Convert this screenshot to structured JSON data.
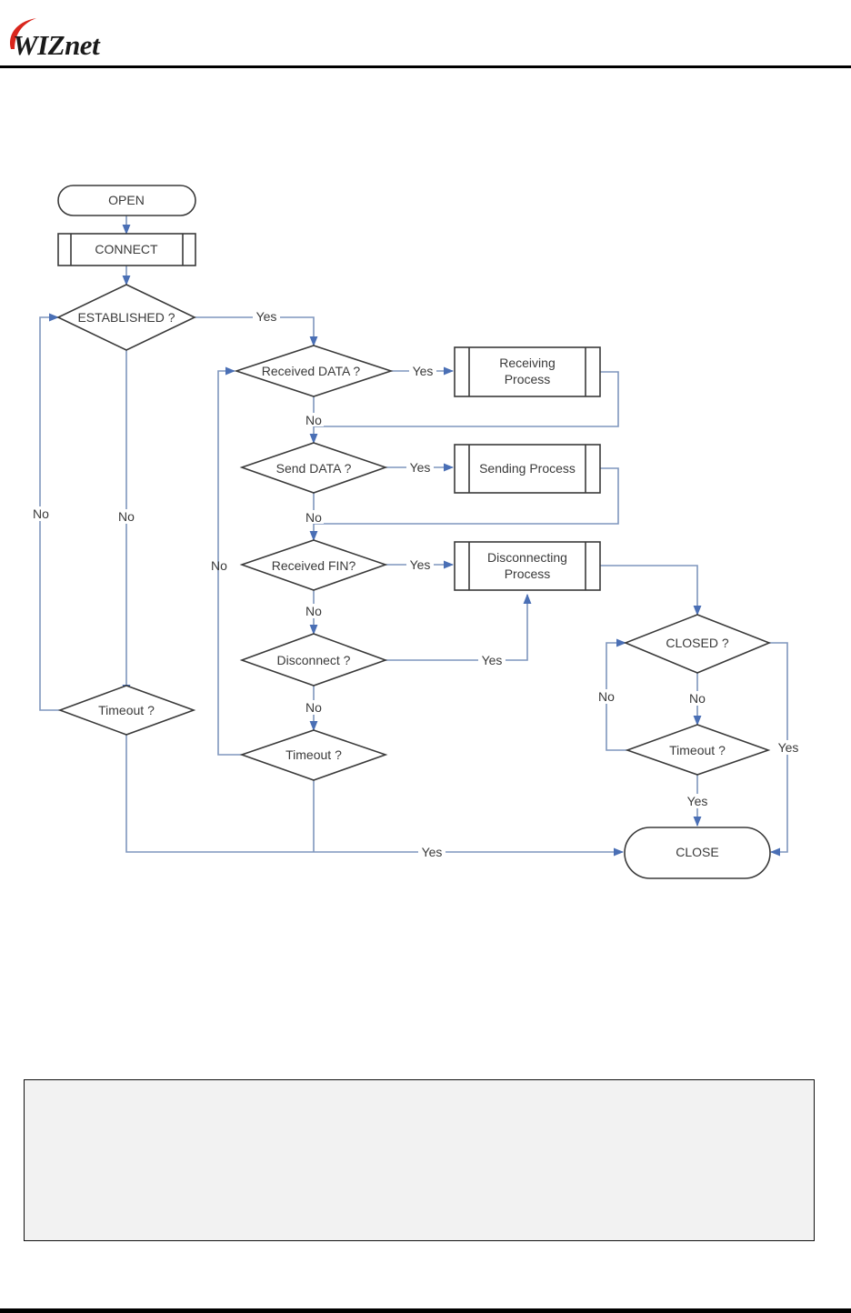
{
  "header": {
    "logo_text": "WIZnet",
    "logo_accent": "#d9261c"
  },
  "diagram": {
    "title": "TCP client flowchart",
    "colors": {
      "connector": "#7f96bd",
      "shape_stroke": "#3a3a3a",
      "text": "#3a3a3a"
    },
    "nodes": {
      "open": "OPEN",
      "connect": "CONNECT",
      "established": "ESTABLISHED ?",
      "timeout_left": "Timeout ?",
      "received_data": "Received DATA ?",
      "receiving_process": [
        "Receiving",
        "Process"
      ],
      "send_data": "Send DATA ?",
      "sending_process": "Sending Process",
      "received_fin": "Received FIN?",
      "disconnecting_process": [
        "Disconnecting",
        "Process"
      ],
      "disconnect": "Disconnect ?",
      "timeout_mid": "Timeout ?",
      "closed": "CLOSED ?",
      "timeout_right": "Timeout ?",
      "close": "CLOSE"
    },
    "edge_labels": {
      "established_yes": "Yes",
      "established_no": "No",
      "timeout_left_no": "No",
      "received_data_yes": "Yes",
      "received_data_no": "No",
      "send_data_yes": "Yes",
      "send_data_no": "No",
      "received_fin_yes": "Yes",
      "received_fin_no_loop": "No",
      "received_fin_no": "No",
      "disconnect_yes": "Yes",
      "disconnect_no": "No",
      "timeout_bottom_yes": "Yes",
      "closed_no": "No",
      "timeout_right_no": "No",
      "closed_yes": "Yes",
      "timeout_right_yes": "Yes"
    }
  },
  "code_box": {
    "content": ""
  }
}
